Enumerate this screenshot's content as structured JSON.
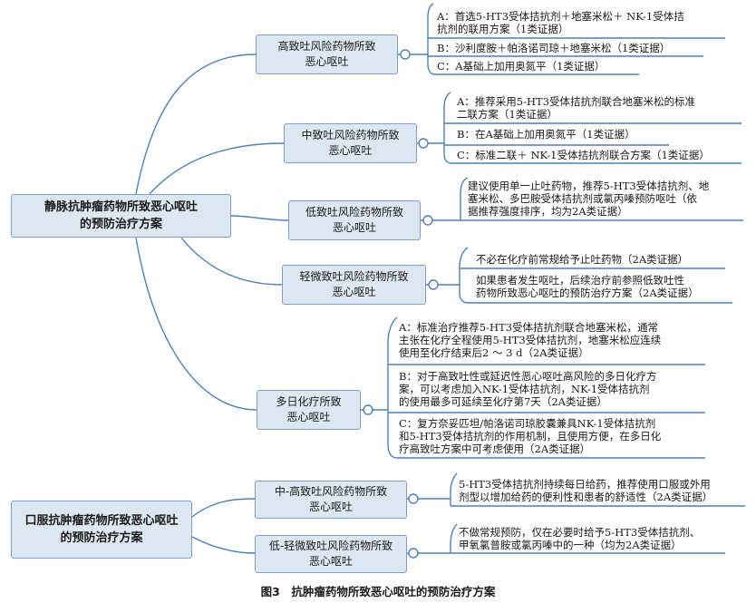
{
  "roots": {
    "iv": [
      "静脉抗肿瘤药物所致恶心呕吐",
      "的预防治疗方案"
    ],
    "oral": [
      "口服抗肿瘤药物所致恶心呕吐",
      "的预防治疗方案"
    ]
  },
  "branches": {
    "high": [
      "高致吐风险药物所致",
      "恶心呕吐"
    ],
    "moderate": [
      "中致吐风险药物所致",
      "恶心呕吐"
    ],
    "low": [
      "低致吐风险药物所致",
      "恶心呕吐"
    ],
    "minimal": [
      "轻微致吐风险药物所致",
      "恶心呕吐"
    ],
    "multiday": [
      "多日化疗所致",
      "恶心呕吐"
    ],
    "oral_high": [
      "中-高致吐风险药物所致",
      "恶心呕吐"
    ],
    "oral_low": [
      "低-轻微致吐风险药物所致",
      "恶心呕吐"
    ]
  },
  "leaves": {
    "high_a": [
      "A：首选5-HT3受体拮抗剂＋地塞米松＋ NK-1受体拮",
      "抗剂的联用方案（1类证据）"
    ],
    "high_b": [
      "B：沙利度胺＋帕洛诺司琼＋地塞米松（1类证据）"
    ],
    "high_c": [
      "C：A基础上加用奥氮平（1类证据）"
    ],
    "mod_a": [
      "A：推荐采用5-HT3受体拮抗剂联合地塞米松的标准",
      "二联方案（1类证据）"
    ],
    "mod_b": [
      "B：在A基础上加用奥氮平（1类证据）"
    ],
    "mod_c": [
      "C：标准二联＋ NK-1受体拮抗剂联合方案（1类证据）"
    ],
    "low_1": [
      "建议使用单一止吐药物，推荐5-HT3受体拮抗剂、地",
      "塞米松、多巴胺受体拮抗剂或氯丙嗪预防呕吐（依",
      "据推荐强度排序，均为2A类证据）"
    ],
    "min_1": [
      "不必在化疗前常规给予止吐药物（2A类证据）"
    ],
    "min_2": [
      "如果患者发生呕吐，后续治疗前参照低致吐性",
      "药物所致恶心呕吐的预防治疗方案（2A类证据）"
    ],
    "md_a": [
      "A：标准治疗推荐5-HT3受体拮抗剂联合地塞米松，通常",
      "主张在化疗全程使用5-HT3受体拮抗剂，地塞米松应连续",
      "使用至化疗结束后2 ～ 3 d（2A类证据）"
    ],
    "md_b": [
      "B：对于高致吐性或延迟性恶心呕吐高风险的多日化疗方",
      "案，可以考虑加入NK-1受体拮抗剂，NK-1受体拮抗剂",
      "的使用最多可延续至化疗第7天（2A类证据）"
    ],
    "md_c": [
      "C：复方奈妥匹坦/帕洛诺司琼胶囊兼具NK-1受体拮抗剂",
      "和5-HT3受体拮抗剂的作用机制，且使用方便，在多日化",
      "疗高致吐方案中可考虑使用（2A类证据）"
    ],
    "oh_1": [
      "5-HT3受体拮抗剂持续每日给药，推荐使用口服或外用",
      "剂型以增加给药的便利性和患者的舒适性（2A类证据）"
    ],
    "ol_1": [
      "不做常规预防，仅在必要时给予5-HT3受体拮抗剂、",
      "甲氧氯普胺或氯丙嗪中的一种（均为2A类证据）"
    ]
  },
  "caption": "图3　抗肿瘤药物所致恶心呕吐的预防治疗方案",
  "colors": {
    "box_fill": "#dde7f1",
    "box_border": "#7d9fc6",
    "line": "#4f7fb8"
  }
}
